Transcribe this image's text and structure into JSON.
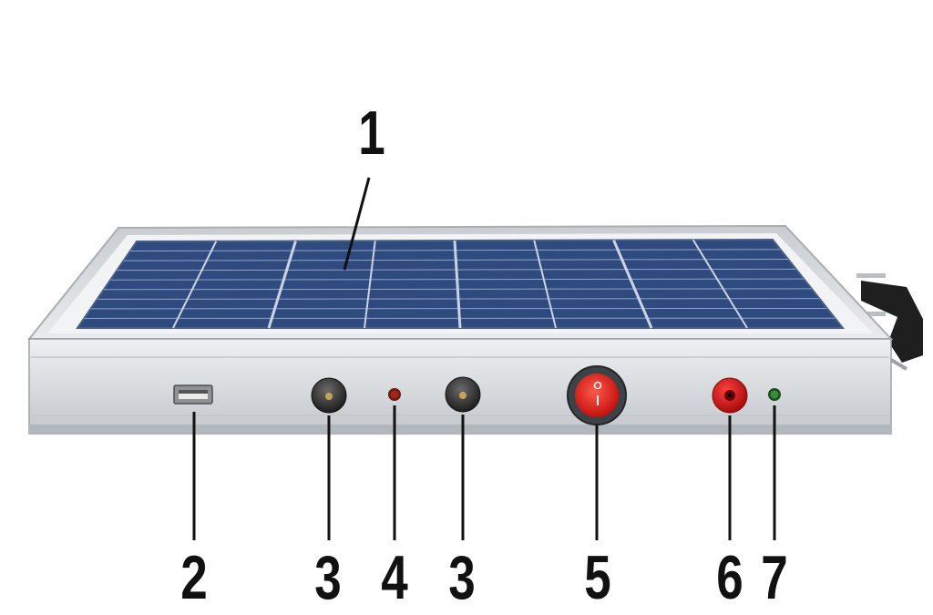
{
  "callouts": [
    {
      "id": "solar-panel",
      "number": "1"
    },
    {
      "id": "usb-port",
      "number": "2"
    },
    {
      "id": "dc-socket-left",
      "number": "3"
    },
    {
      "id": "red-indicator-led",
      "number": "4"
    },
    {
      "id": "dc-socket-right",
      "number": "3"
    },
    {
      "id": "power-switch",
      "number": "5"
    },
    {
      "id": "red-terminal",
      "number": "6"
    },
    {
      "id": "green-indicator-led",
      "number": "7"
    }
  ],
  "colors": {
    "frame": "#d6dadd",
    "frame_shadow": "#9aa0a5",
    "cell": "#2f4a7e",
    "cell_line": "#8ea2c3",
    "switch_red": "#e41d1d",
    "terminal_red": "#d81414",
    "led_red": "#8c1a12",
    "led_green": "#2f7d2f",
    "handle": "#1f1f1f",
    "label": "#111111"
  }
}
